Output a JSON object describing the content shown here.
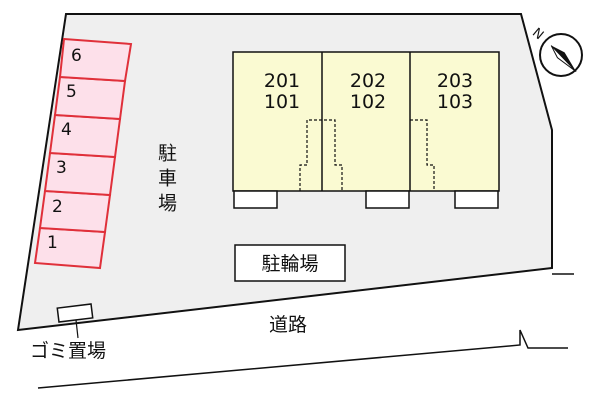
{
  "parking": {
    "label": "駐車場",
    "slots": [
      "1",
      "2",
      "3",
      "4",
      "5",
      "6"
    ]
  },
  "units": [
    {
      "upper": "201",
      "lower": "101"
    },
    {
      "upper": "202",
      "lower": "102"
    },
    {
      "upper": "203",
      "lower": "103"
    }
  ],
  "bicycle_parking": {
    "label": "駐輪場"
  },
  "road": {
    "label": "道路"
  },
  "garbage": {
    "label": "ゴミ置場"
  },
  "compass": {
    "north_label": "N"
  },
  "colors": {
    "lot": "#efefef",
    "building": "#fafad2",
    "parking_fill": "#fde0ea",
    "parking_border": "#e0303a",
    "line": "#111111"
  },
  "icons": [
    "compass-icon"
  ]
}
